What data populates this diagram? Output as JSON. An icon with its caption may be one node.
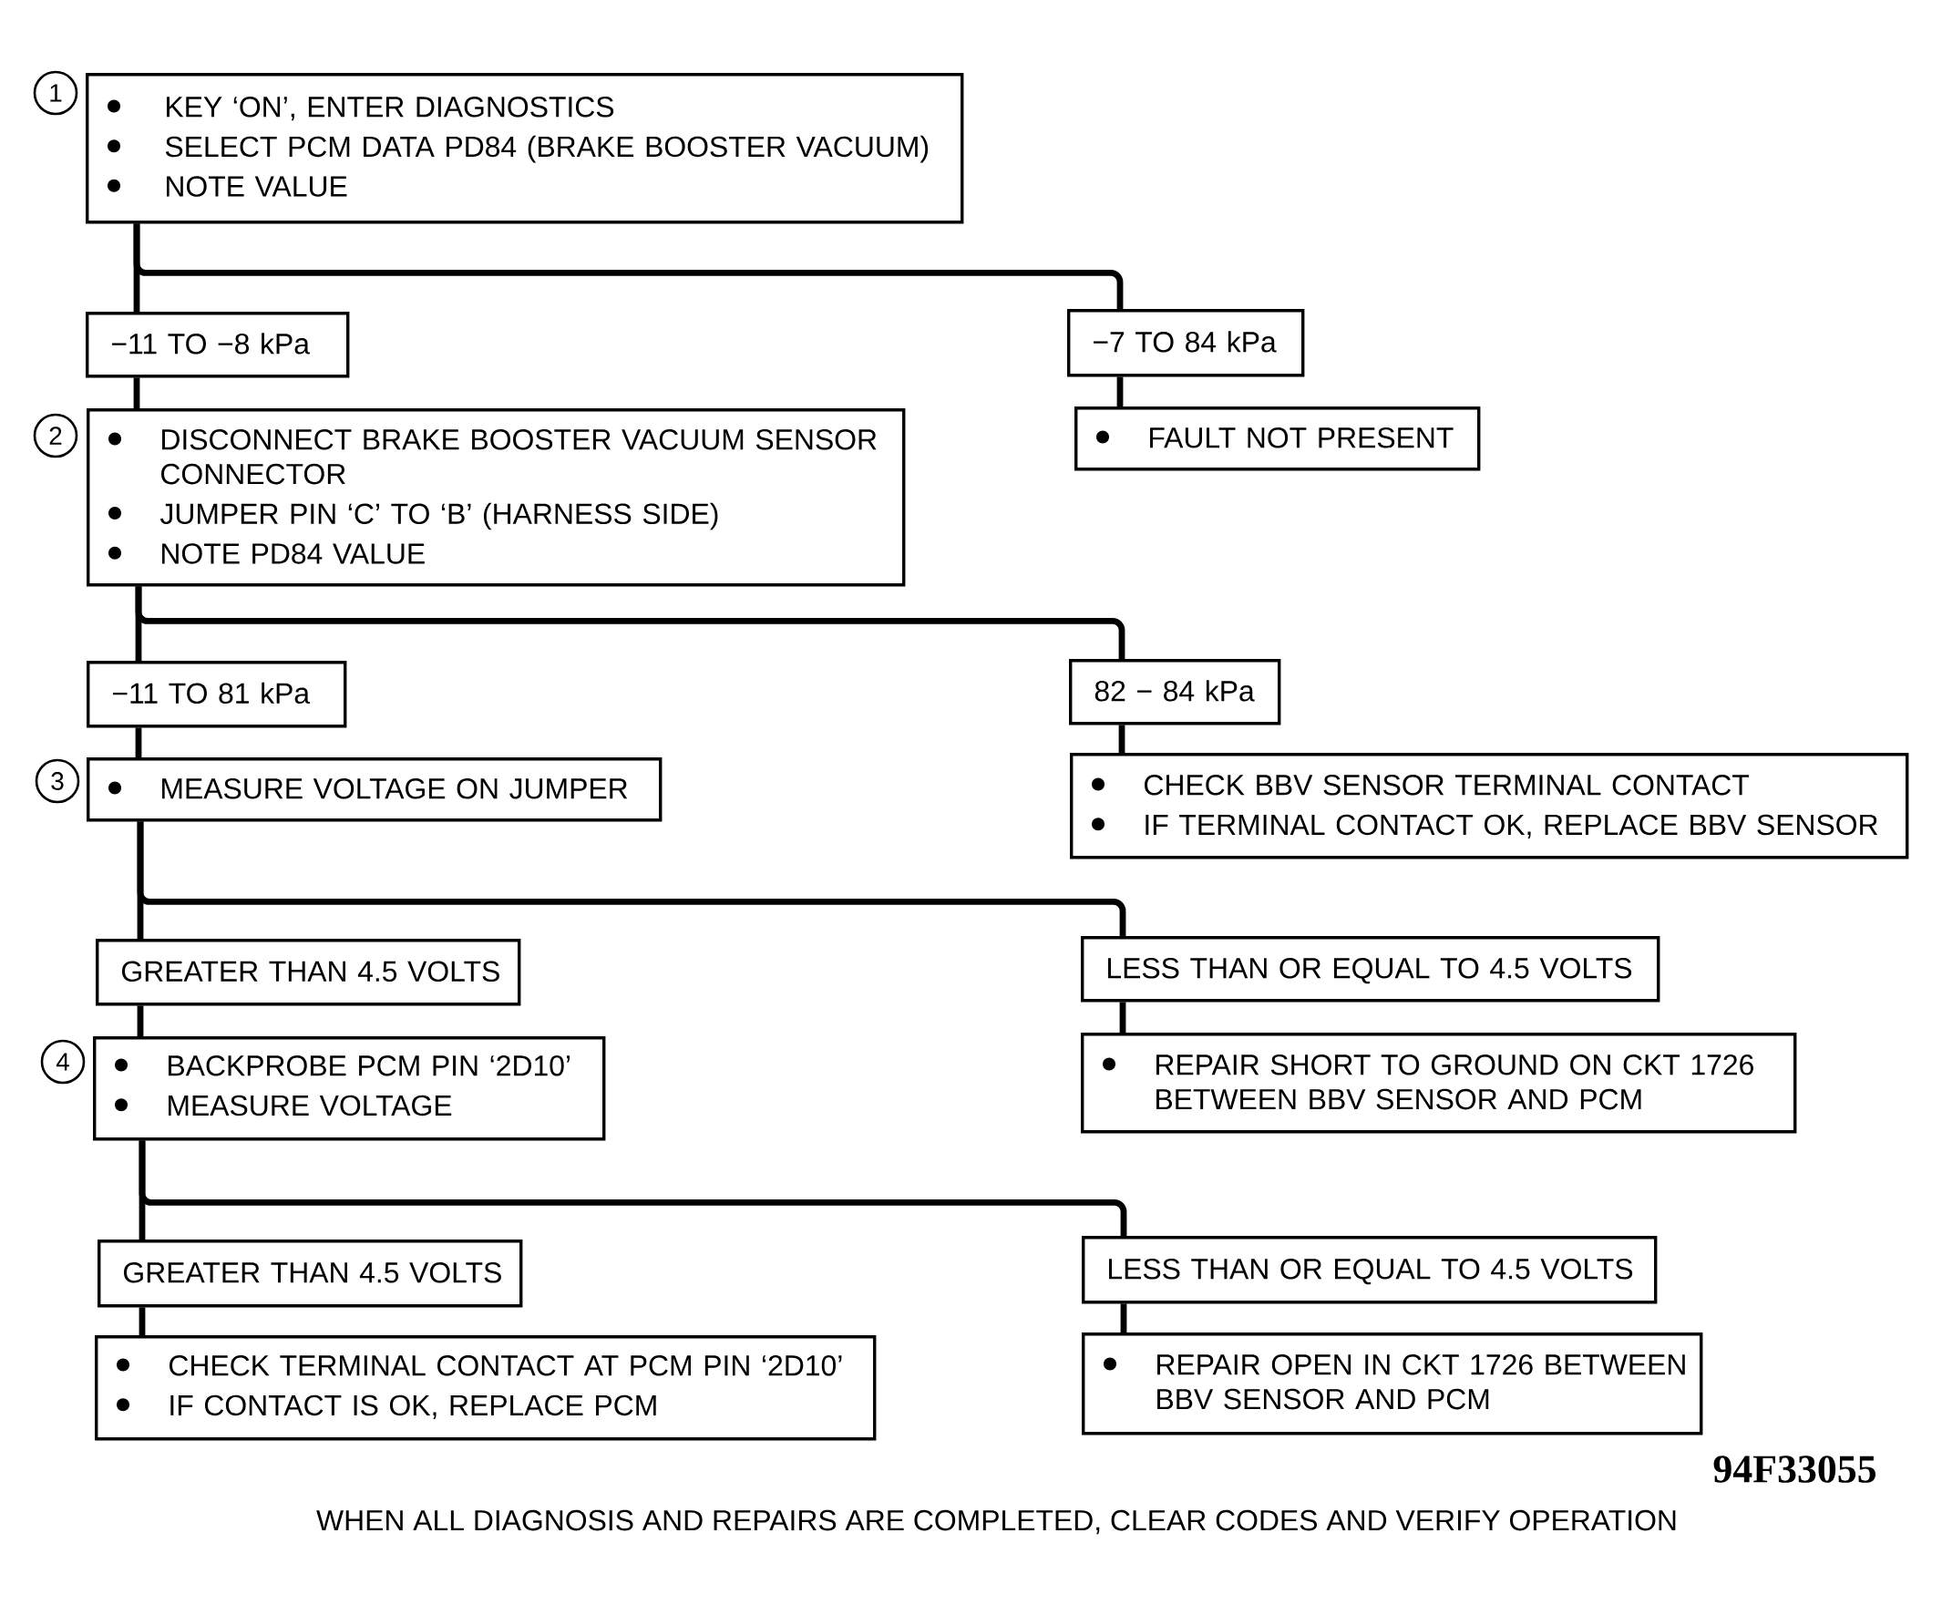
{
  "diagram": {
    "nodes": [
      {
        "text": [
          "KEY ‘ON’, ENTER DIAGNOSTICS",
          "SELECT PCM DATA PD84 (BRAKE BOOSTER VACUUM)",
          "NOTE VALUE"
        ],
        "beside": [
          "1"
        ]
      },
      {
        "text": [
          "−11 TO −8 kPa"
        ]
      },
      {
        "text": [
          "−7 TO 84 kPa"
        ]
      },
      {
        "text": [
          "DISCONNECT BRAKE BOOSTER VACUUM SENSOR CONNECTOR",
          "JUMPER PIN ‘C’ TO ‘B’ (HARNESS SIDE)",
          "NOTE PD84 VALUE"
        ],
        "beside": [
          "2"
        ]
      },
      {
        "text": [
          "FAULT NOT PRESENT"
        ]
      },
      {
        "text": [
          "−11 TO 81 kPa"
        ]
      },
      {
        "text": [
          "82 − 84 kPa"
        ]
      },
      {
        "text": [
          "MEASURE VOLTAGE ON JUMPER"
        ],
        "beside": [
          "3"
        ]
      },
      {
        "text": [
          "CHECK BBV SENSOR TERMINAL CONTACT",
          "IF TERMINAL CONTACT OK, REPLACE BBV SENSOR"
        ]
      },
      {
        "text": [
          "GREATER THAN 4.5 VOLTS"
        ]
      },
      {
        "text": [
          "LESS THAN OR EQUAL TO 4.5 VOLTS"
        ]
      },
      {
        "text": [
          "BACKPROBE PCM PIN ‘2D10’",
          "MEASURE VOLTAGE"
        ],
        "beside": [
          "4"
        ]
      },
      {
        "text": [
          "REPAIR SHORT TO GROUND ON CKT 1726 BETWEEN BBV SENSOR AND PCM"
        ]
      },
      {
        "text": [
          "GREATER THAN 4.5 VOLTS"
        ]
      },
      {
        "text": [
          "LESS THAN OR EQUAL TO 4.5 VOLTS"
        ]
      },
      {
        "text": [
          "CHECK TERMINAL CONTACT AT PCM PIN ‘2D10’",
          "IF CONTACT IS OK, REPLACE PCM"
        ]
      },
      {
        "text": [
          "REPAIR OPEN IN CKT 1726 BETWEEN BBV SENSOR AND PCM"
        ]
      }
    ],
    "edges": [
      {
        "from": 0,
        "to": 1,
        "arrow": "none"
      },
      {
        "from": 0,
        "to": 2,
        "arrow": "none"
      },
      {
        "from": 1,
        "to": 3,
        "arrow": "none"
      },
      {
        "from": 2,
        "to": 4,
        "arrow": "none"
      },
      {
        "from": 3,
        "to": 5,
        "arrow": "none"
      },
      {
        "from": 3,
        "to": 6,
        "arrow": "none"
      },
      {
        "from": 5,
        "to": 7,
        "arrow": "none"
      },
      {
        "from": 6,
        "to": 8,
        "arrow": "none"
      },
      {
        "from": 7,
        "to": 9,
        "arrow": "none"
      },
      {
        "from": 7,
        "to": 10,
        "arrow": "none"
      },
      {
        "from": 9,
        "to": 11,
        "arrow": "none"
      },
      {
        "from": 10,
        "to": 12,
        "arrow": "none"
      },
      {
        "from": 11,
        "to": 13,
        "arrow": "none"
      },
      {
        "from": 11,
        "to": 14,
        "arrow": "none"
      },
      {
        "from": 13,
        "to": 15,
        "arrow": "none"
      },
      {
        "from": 14,
        "to": 16,
        "arrow": "none"
      }
    ],
    "labels": [
      "94F33055",
      "WHEN ALL DIAGNOSIS AND REPAIRS ARE COMPLETED, CLEAR CODES AND VERIFY OPERATION"
    ]
  }
}
